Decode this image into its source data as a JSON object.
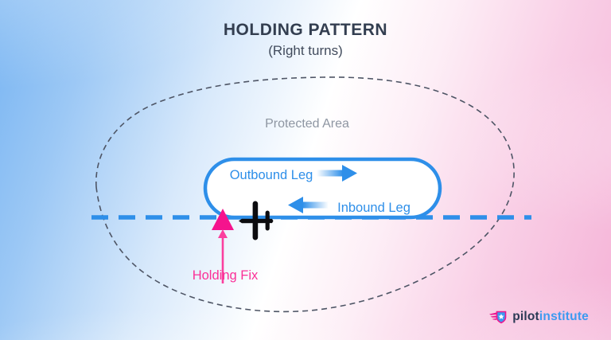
{
  "header": {
    "title": "HOLDING PATTERN",
    "subtitle": "(Right turns)"
  },
  "diagram": {
    "protected_area_label": "Protected Area",
    "outbound_leg_label": "Outbound Leg",
    "inbound_leg_label": "Inbound Leg",
    "holding_fix_label": "Holding Fix",
    "turn_direction": "right",
    "icons": {
      "outbound_arrow": "arrow-right",
      "inbound_arrow": "arrow-left",
      "airplane": "airplane-top-view-facing-left",
      "holding_fix_marker": "triangle-up",
      "holding_fix_pointer": "arrow-up"
    }
  },
  "logo": {
    "icon": "winged-shield-star",
    "brand_primary": "pilot",
    "brand_secondary": "institute"
  },
  "colors": {
    "accent_blue": "#2e8fe9",
    "accent_pink": "#f5138d",
    "pink_label": "#fb2f97",
    "title_navy": "#333e50",
    "muted_gray": "#8e96a2",
    "outline_gray": "#4e5565",
    "logo_navy": "#2b3a55",
    "logo_blue": "#3d9af0",
    "bg_blue": "#79b5f2",
    "bg_pink": "#f5b3d7"
  }
}
